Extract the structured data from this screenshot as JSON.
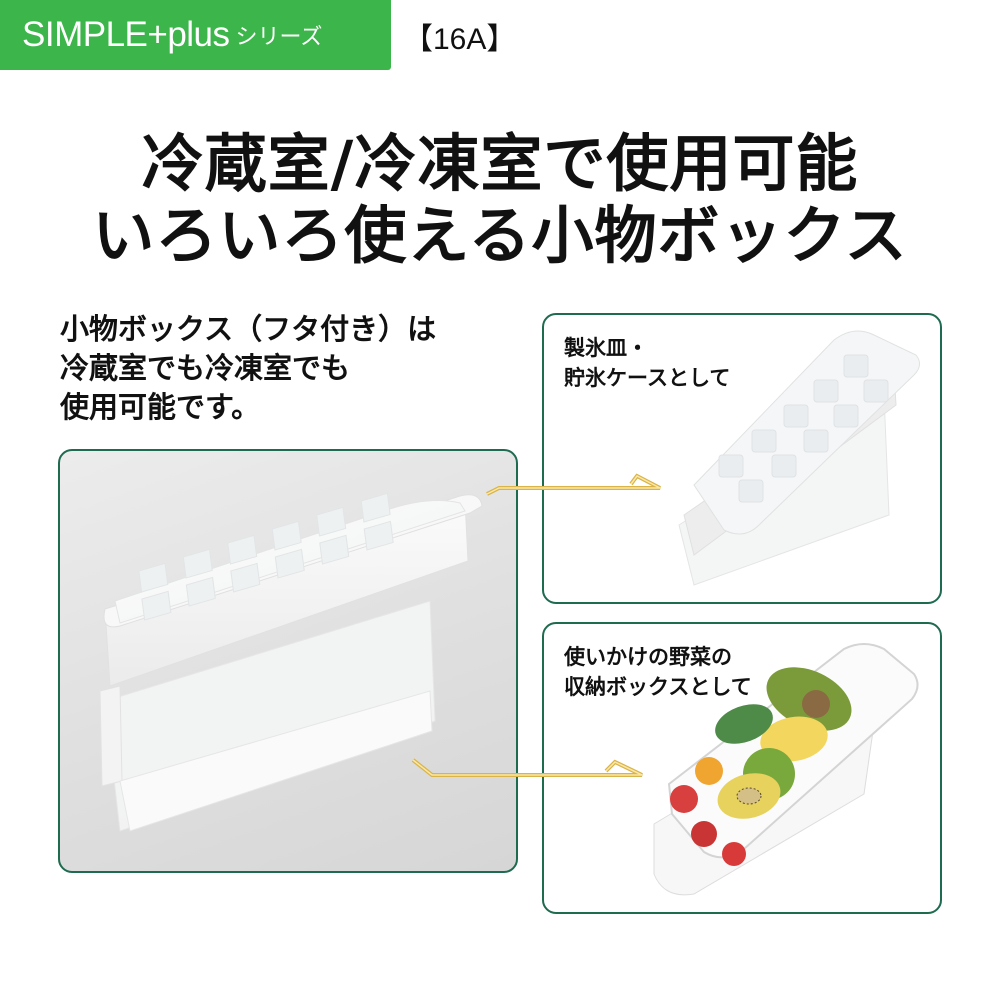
{
  "header": {
    "series_name": "SIMPLE+plus",
    "series_suffix": "シリーズ",
    "model_code": "【16A】",
    "banner_color": "#3cb54a"
  },
  "headline": {
    "line1": "冷蔵室/冷凍室で使用可能",
    "line2": "いろいろ使える小物ボックス"
  },
  "intro": {
    "line1": "小物ボックス（フタ付き）は",
    "line2": "冷蔵室でも冷凍室でも",
    "line3": "使用可能です。"
  },
  "panels": {
    "main": {
      "image": "lidded-small-box-ice-tray"
    },
    "ice": {
      "caption_line1": "製氷皿・",
      "caption_line2": "貯氷ケースとして",
      "image": "ice-tray-on-storage-case"
    },
    "veg": {
      "caption_line1": "使いかけの野菜の",
      "caption_line2": "収納ボックスとして",
      "image": "box-with-cut-vegetables-fruits"
    }
  },
  "colors": {
    "panel_border": "#1f6b4f",
    "arrow_gold": "#d9b44a"
  }
}
